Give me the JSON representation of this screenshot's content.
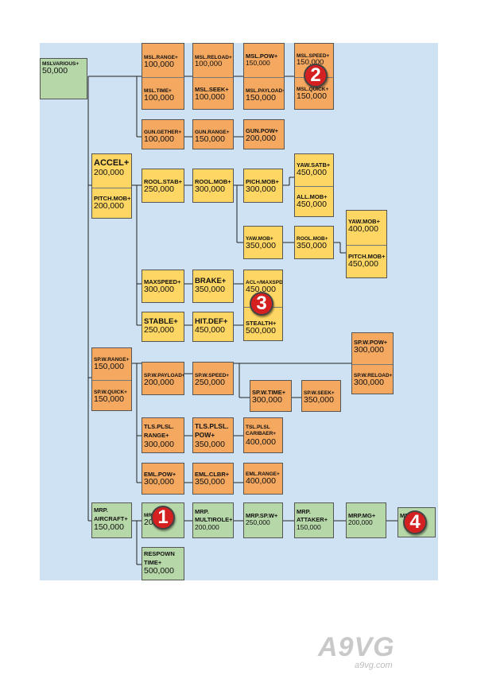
{
  "nodes": {
    "root": {
      "name": "MSLVARIOUS+",
      "cost": "50,000"
    },
    "msl_range": {
      "name": "MSL.RANGE+",
      "cost": "100,000"
    },
    "msl_time": {
      "name": "MSL.TIME+",
      "cost": "100,000"
    },
    "msl_reload": {
      "name": "MSL.RELOAD+",
      "cost": "100,000"
    },
    "msl_seek": {
      "name": "MSL.SEEK+",
      "cost": "100,000"
    },
    "msl_pow": {
      "name": "MSL.POW+",
      "cost": "150,000"
    },
    "msl_payload": {
      "name": "MSL.PAYLOAD+",
      "cost": "150,000"
    },
    "msl_speed": {
      "name": "MSL.SPEED+",
      "cost": "150,000"
    },
    "msl_quick": {
      "name": "MSL.QUICK+",
      "cost": "150,000"
    },
    "gun_gether": {
      "name": "GUN.GETHER+",
      "cost": "100,000"
    },
    "gun_range": {
      "name": "GUN.RANGE+",
      "cost": "150,000"
    },
    "gun_pow": {
      "name": "GUN.POW+",
      "cost": "200,000"
    },
    "accel": {
      "name": "ACCEL+",
      "cost": "200,000"
    },
    "pitch_mob1": {
      "name": "PITCH.MOB+",
      "cost": "200,000"
    },
    "rool_stab": {
      "name": "ROOL.STAB+",
      "cost": "250,000"
    },
    "rool_mob": {
      "name": "ROOL.MOB+",
      "cost": "300,000"
    },
    "pich_mob": {
      "name": "PICH.MOB+",
      "cost": "300,000"
    },
    "yaw_satb": {
      "name": "YAW.SATB+",
      "cost": "450,000"
    },
    "all_mob": {
      "name": "ALL.MOB+",
      "cost": "450,000"
    },
    "yaw_mob1": {
      "name": "YAW.MOB+",
      "cost": "350,000"
    },
    "rool_mob2": {
      "name": "ROOL.MOB+",
      "cost": "350,000"
    },
    "yaw_mob2": {
      "name": "YAW.MOB+",
      "cost": "400,000"
    },
    "pitch_mob2": {
      "name": "PITCH.MOB+",
      "cost": "450,000"
    },
    "maxspeed": {
      "name": "MAXSPEED+",
      "cost": "300,000"
    },
    "brake": {
      "name": "BRAKE+",
      "cost": "350,000"
    },
    "acl_maxspd": {
      "name": "ACL+/MAXSPD+",
      "cost": "450,000"
    },
    "stable": {
      "name": "STABLE+",
      "cost": "250,000"
    },
    "hit_def": {
      "name": "HIT.DEF+",
      "cost": "450,000"
    },
    "stealth": {
      "name": "STEALTH+",
      "cost": "500,000"
    },
    "spw_range": {
      "name": "SP.W.RANGE+",
      "cost": "150,000"
    },
    "spw_quick": {
      "name": "SP.W.QUICK+",
      "cost": "150,000"
    },
    "spw_payload": {
      "name": "SP.W.PAYLOAD+",
      "cost": "200,000"
    },
    "spw_speed": {
      "name": "SP.W.SPEED+",
      "cost": "250,000"
    },
    "spw_time": {
      "name": "SP.W.TIME+",
      "cost": "300,000"
    },
    "spw_seek": {
      "name": "SP.W.SEEK+",
      "cost": "350,000"
    },
    "spw_pow": {
      "name": "SP.W.POW+",
      "cost": "300,000"
    },
    "spw_reload": {
      "name": "SP.W.RELOAD+",
      "cost": "300,000"
    },
    "tls_range": {
      "name": "TLS.PLSL. RANGE+",
      "cost": "300,000"
    },
    "tls_pow": {
      "name": "TLS.PLSL. POW+",
      "cost": "350,000"
    },
    "tsl_caribaer": {
      "name": "TSL.PLSL CARIBAER+",
      "cost": "400,000"
    },
    "eml_pow": {
      "name": "EML.POW+",
      "cost": "300,000"
    },
    "eml_clbr": {
      "name": "EML.CLBR+",
      "cost": "350,000"
    },
    "eml_range": {
      "name": "EML.RANGE+",
      "cost": "400,000"
    },
    "mrp_aircraft": {
      "name": "MRP. AIRCRAFT+",
      "cost": "150,000"
    },
    "mrp_fssl": {
      "name": "MRP.FSSL",
      "cost": "200,000"
    },
    "mrp_multirole": {
      "name": "MRP. MULTIROLE+",
      "cost": "200,000"
    },
    "mrp_spw": {
      "name": "MRP.SP.W+",
      "cost": "250,000"
    },
    "mrp_attaker": {
      "name": "MRP. ATTAKER+",
      "cost": "150,000"
    },
    "mrp_mg": {
      "name": "MRP.MG+",
      "cost": "200,000"
    },
    "mrp_last": {
      "name": "MRP.",
      "cost": ""
    },
    "respown": {
      "name": "RESPOWN TIME+",
      "cost": "500,000"
    }
  },
  "markers": {
    "m1": "1",
    "m2": "2",
    "m3": "3",
    "m4": "4"
  },
  "watermark": {
    "logo": "A9VG",
    "url": "a9vg.com"
  },
  "colors": {
    "panel": "#cfe2f3",
    "orange": "#f4a860",
    "yellow": "#fdd663",
    "green": "#b6d7a8",
    "marker": "#d42020"
  }
}
